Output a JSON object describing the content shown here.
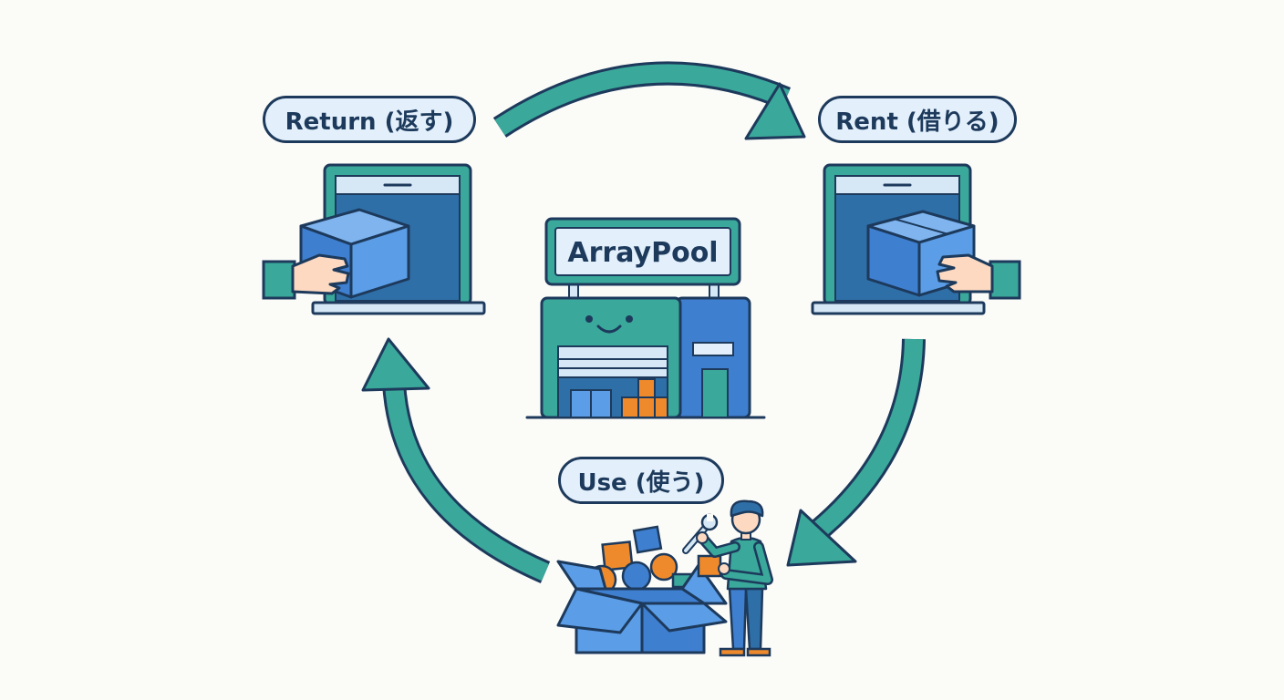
{
  "labels": {
    "return": "Return (返す)",
    "rent": "Rent (借りる)",
    "use": "Use (使う)",
    "pool": "ArrayPool"
  },
  "colors": {
    "outline": "#1d3a5c",
    "teal": "#3aa89a",
    "teal_light": "#55bfae",
    "blue": "#3f7fd0",
    "blue_light": "#5b9de6",
    "screen": "#2f6fa8",
    "pill_bg": "#e3f0fb",
    "orange": "#ef8a2c",
    "skin": "#fcd9c0",
    "background": "#fbfbf8"
  }
}
